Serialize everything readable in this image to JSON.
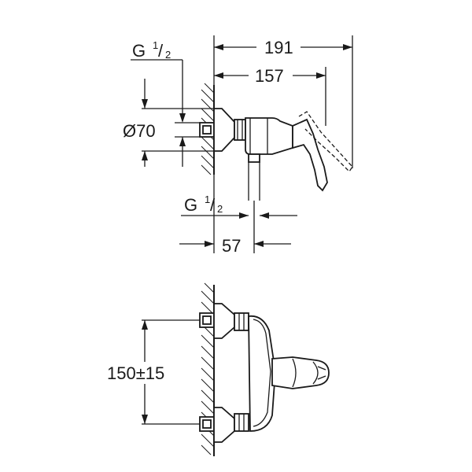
{
  "top_view": {
    "dim_overall": "191",
    "dim_body": "157",
    "dim_inlet_thread_g": "G",
    "dim_inlet_thread_num": "1",
    "dim_inlet_thread_den": "2",
    "dim_rosette": "Ø70",
    "dim_outlet_thread_g": "G",
    "dim_outlet_thread_num": "1",
    "dim_outlet_thread_den": "2",
    "dim_outlet_offset": "57"
  },
  "front_view": {
    "dim_centres": "150±15"
  }
}
